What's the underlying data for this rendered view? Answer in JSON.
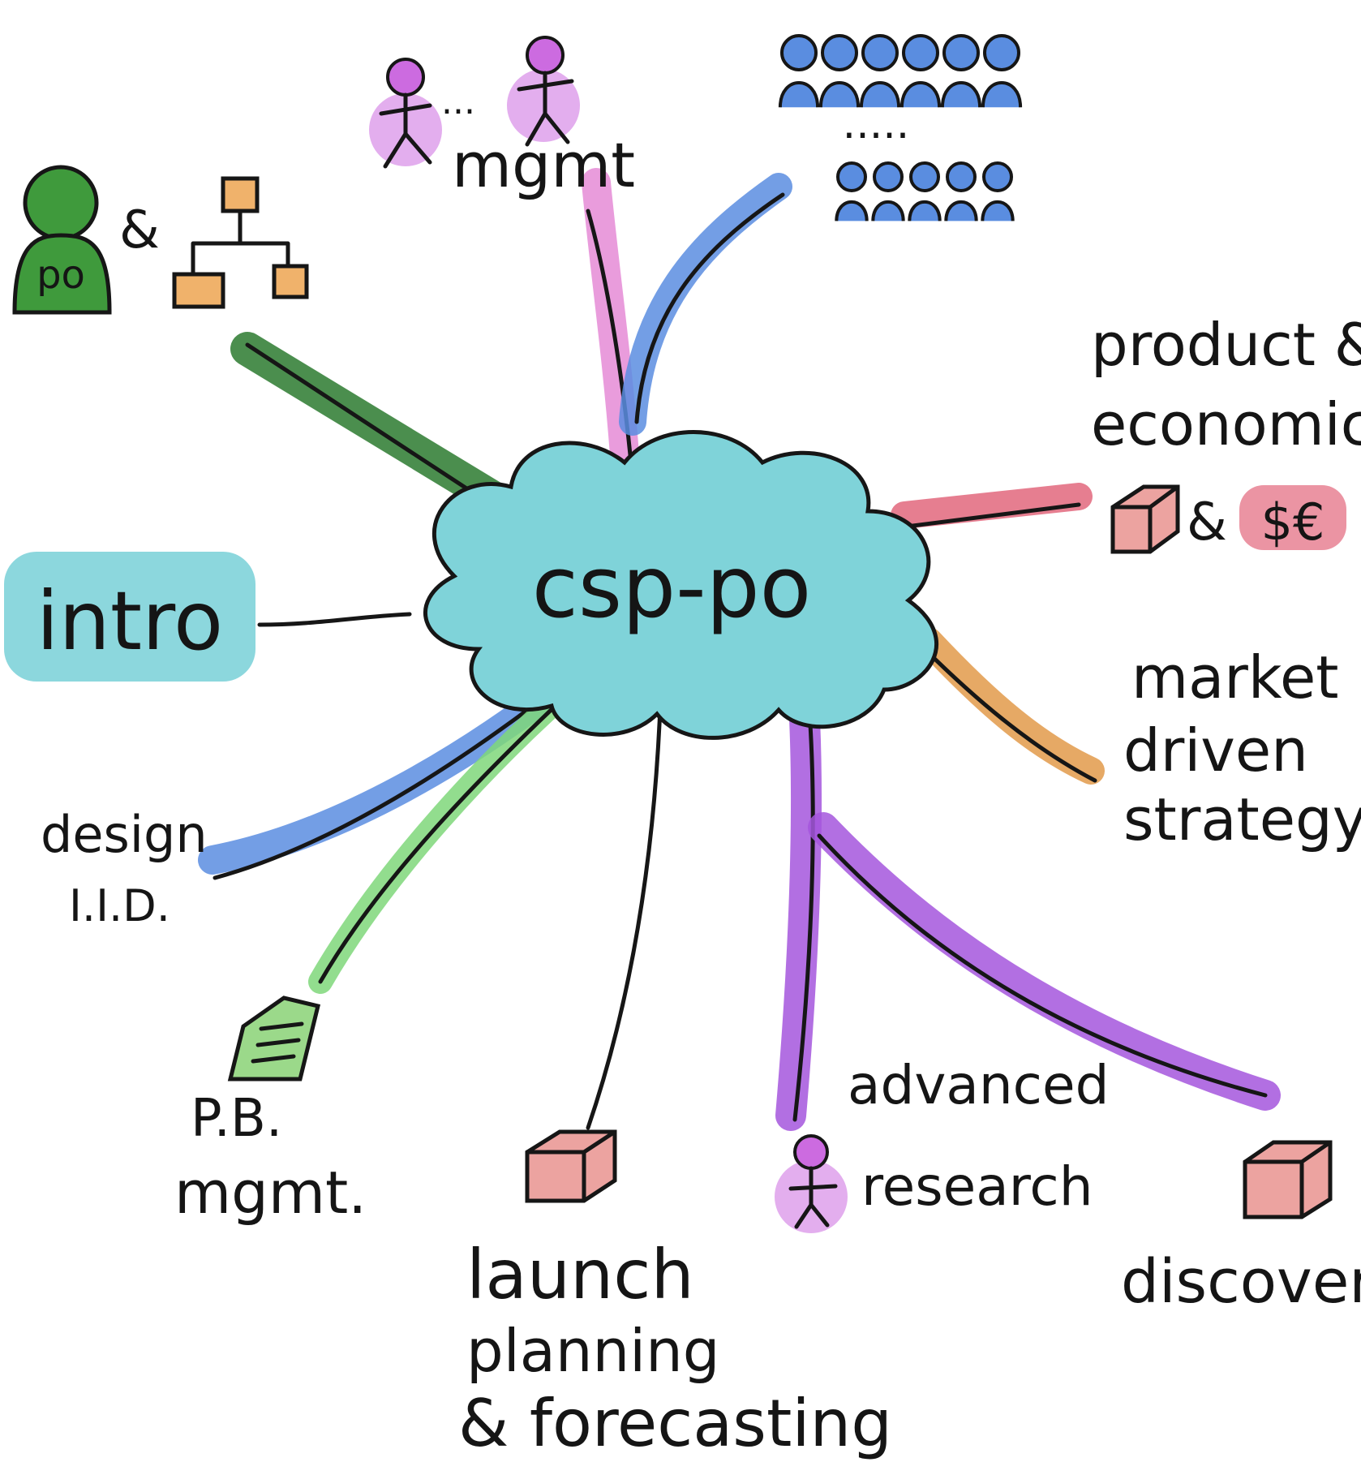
{
  "center": {
    "label": "csp-po"
  },
  "colors": {
    "cloud": "#7fd3d9",
    "green": "#3f9a3c",
    "dark_green": "#2c7a2f",
    "pink": "#e58bd6",
    "blue": "#5a8de0",
    "red": "#e2677c",
    "orange": "#e29a4a",
    "purple": "#a556dd",
    "light_green": "#7fd77a",
    "box": "#eca3a0",
    "org": "#f0b26b",
    "magenta": "#cc6be0"
  },
  "nodes": {
    "po_badge": "po",
    "amp": "&",
    "mgmt": "mgmt",
    "ellipsis": "...",
    "team_dots": ".....",
    "product_line1": "product &",
    "product_line2": "economics",
    "product_amp": "&",
    "currency": "$€",
    "intro": "intro",
    "market_line1": "market",
    "market_line2": "driven",
    "market_line3": "strategy",
    "design_line1": "design",
    "design_line2": "I.I.D.",
    "pb_line1": "P.B.",
    "pb_line2": "mgmt.",
    "launch_line1": "launch",
    "launch_line2": "planning",
    "launch_line3": "& forecasting",
    "advanced": "advanced",
    "research": "research",
    "discovery": "discovery"
  }
}
